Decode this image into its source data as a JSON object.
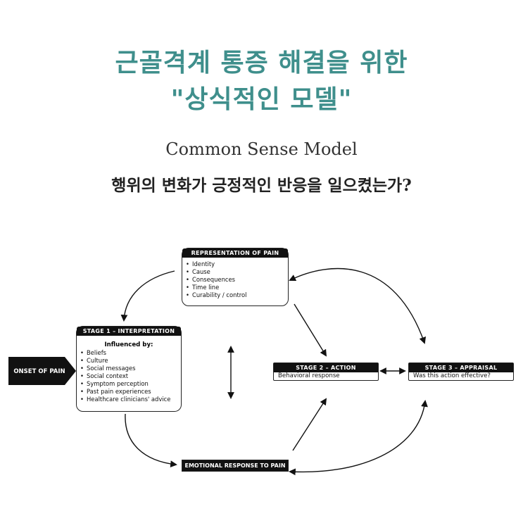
{
  "title_line1": "근골격계 통증 해결을 위한",
  "title_line2": "\"상식적인 모델\"",
  "subtitle": "Common Sense Model",
  "question": "행위의 변화가 긍정적인 반응을 일으켰는가?",
  "diagram": {
    "onset": "ONSET OF PAIN",
    "representation": {
      "title": "REPRESENTATION OF PAIN",
      "items": [
        "Identity",
        "Cause",
        "Consequences",
        "Time line",
        "Curability / control"
      ]
    },
    "stage1": {
      "title": "STAGE 1 – INTERPRETATION",
      "influenced": "Influenced by:",
      "items": [
        "Beliefs",
        "Culture",
        "Social messages",
        "Social context",
        "Symptom perception",
        "Past pain experiences",
        "Healthcare clinicians' advice"
      ]
    },
    "stage2": {
      "title": "STAGE 2 – ACTION",
      "text": "Behavioral response"
    },
    "stage3": {
      "title": "STAGE 3 – APPRAISAL",
      "text": "Was this action effective?"
    },
    "emotional": "EMOTIONAL RESPONSE TO PAIN"
  }
}
